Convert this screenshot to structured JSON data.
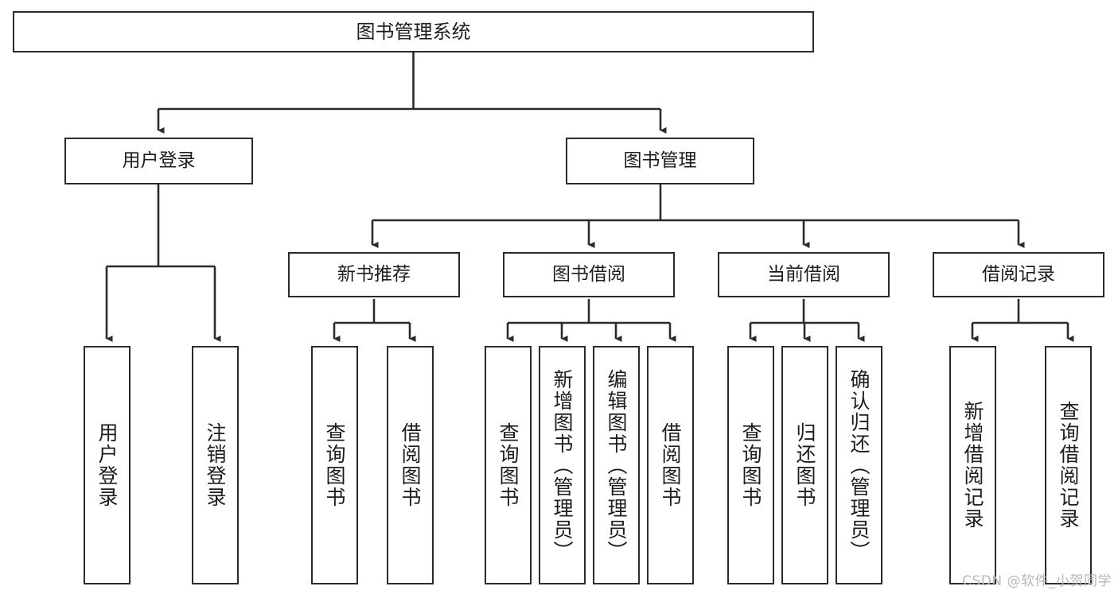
{
  "diagram": {
    "title": "图书管理系统",
    "watermark": "CSDN @软件_小贺同学",
    "line_color": "#2b2b2b",
    "box_fill": "#ffffff",
    "text_color": "#1d1d1d",
    "watermark_color": "#b8b8b8",
    "root": {
      "label": "图书管理系统"
    },
    "level2": [
      {
        "label": "用户登录"
      },
      {
        "label": "图书管理"
      }
    ],
    "level3": [
      {
        "label": "新书推荐"
      },
      {
        "label": "图书借阅"
      },
      {
        "label": "当前借阅"
      },
      {
        "label": "借阅记录"
      }
    ],
    "leaves": {
      "user_login": [
        {
          "label": "用户登录"
        },
        {
          "label": "注销登录"
        }
      ],
      "new_book_recommend": [
        {
          "label": "查询图书"
        },
        {
          "label": "借阅图书"
        }
      ],
      "book_borrow": [
        {
          "label": "查询图书"
        },
        {
          "label": "新增图书（管理员）"
        },
        {
          "label": "编辑图书（管理员）"
        },
        {
          "label": "借阅图书"
        }
      ],
      "current_borrow": [
        {
          "label": "查询图书"
        },
        {
          "label": "归还图书"
        },
        {
          "label": "确认归还（管理员）"
        }
      ],
      "borrow_record": [
        {
          "label": "新增借阅记录"
        },
        {
          "label": "查询借阅记录"
        }
      ]
    }
  }
}
